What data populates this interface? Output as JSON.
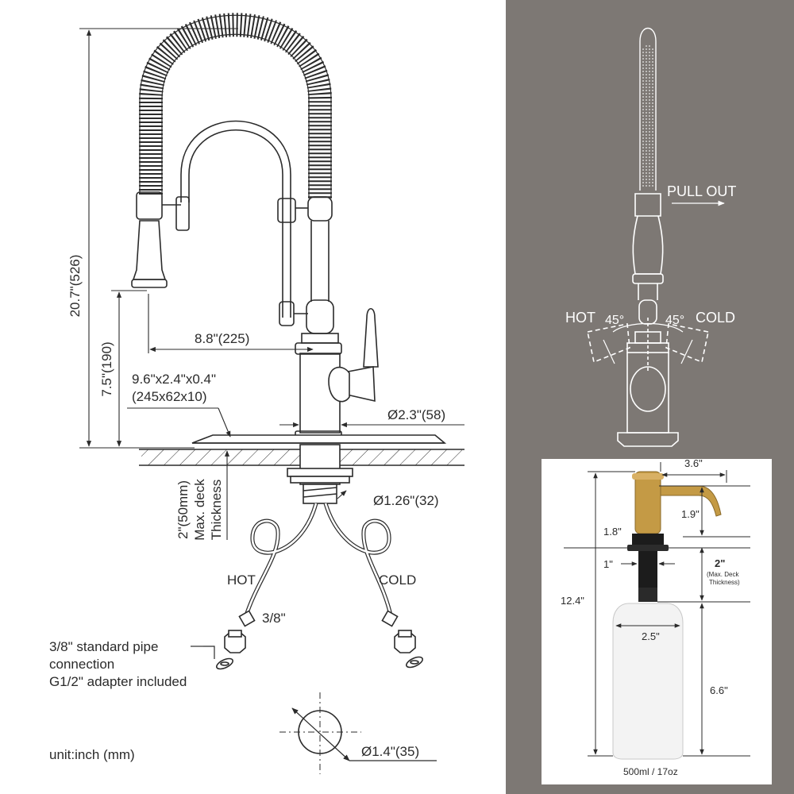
{
  "colors": {
    "panel_bg": "#7d7874",
    "line": "#2b2b2b",
    "white_line": "#ffffff",
    "brass": "#c49a45",
    "black_part": "#1c1c1c",
    "bottle": "#f3f3f3"
  },
  "left_drawing": {
    "total_height": "20.7\"(526)",
    "spout_height": "7.5\"(190)",
    "reach": "8.8\"(225)",
    "deck_plate_line1": "9.6\"x2.4\"x0.4\"",
    "deck_plate_line2": "(245x62x10)",
    "base_diameter": "Ø2.3\"(58)",
    "shank_diameter": "Ø1.26\"(32)",
    "deck_line1": "2\"(50mm)",
    "deck_line2": "Max. deck",
    "deck_line3": "Thickness",
    "hot_label": "HOT",
    "cold_label": "COLD",
    "pipe_size": "3/8\"",
    "pipe_note_line1": "3/8\" standard pipe",
    "pipe_note_line2": "connection",
    "pipe_note_line3": "G1/2\" adapter included",
    "hole_diameter": "Ø1.4\"(35)",
    "unit": "unit:inch (mm)"
  },
  "right_drawing": {
    "pull_out": "PULL OUT",
    "hot_label": "HOT",
    "cold_label": "COLD",
    "angle_left": "45°",
    "angle_right": "45°"
  },
  "dispenser": {
    "width": "3.6\"",
    "nozzle_height": "1.9\"",
    "head_height": "1.8\"",
    "deck_value": "2\"",
    "deck_note_line1": "(Max. Deck",
    "deck_note_line2": "Thickness)",
    "shank": "1\"",
    "total_height": "12.4\"",
    "bottle_width": "2.5\"",
    "bottle_height": "6.6\"",
    "capacity": "500ml / 17oz"
  }
}
